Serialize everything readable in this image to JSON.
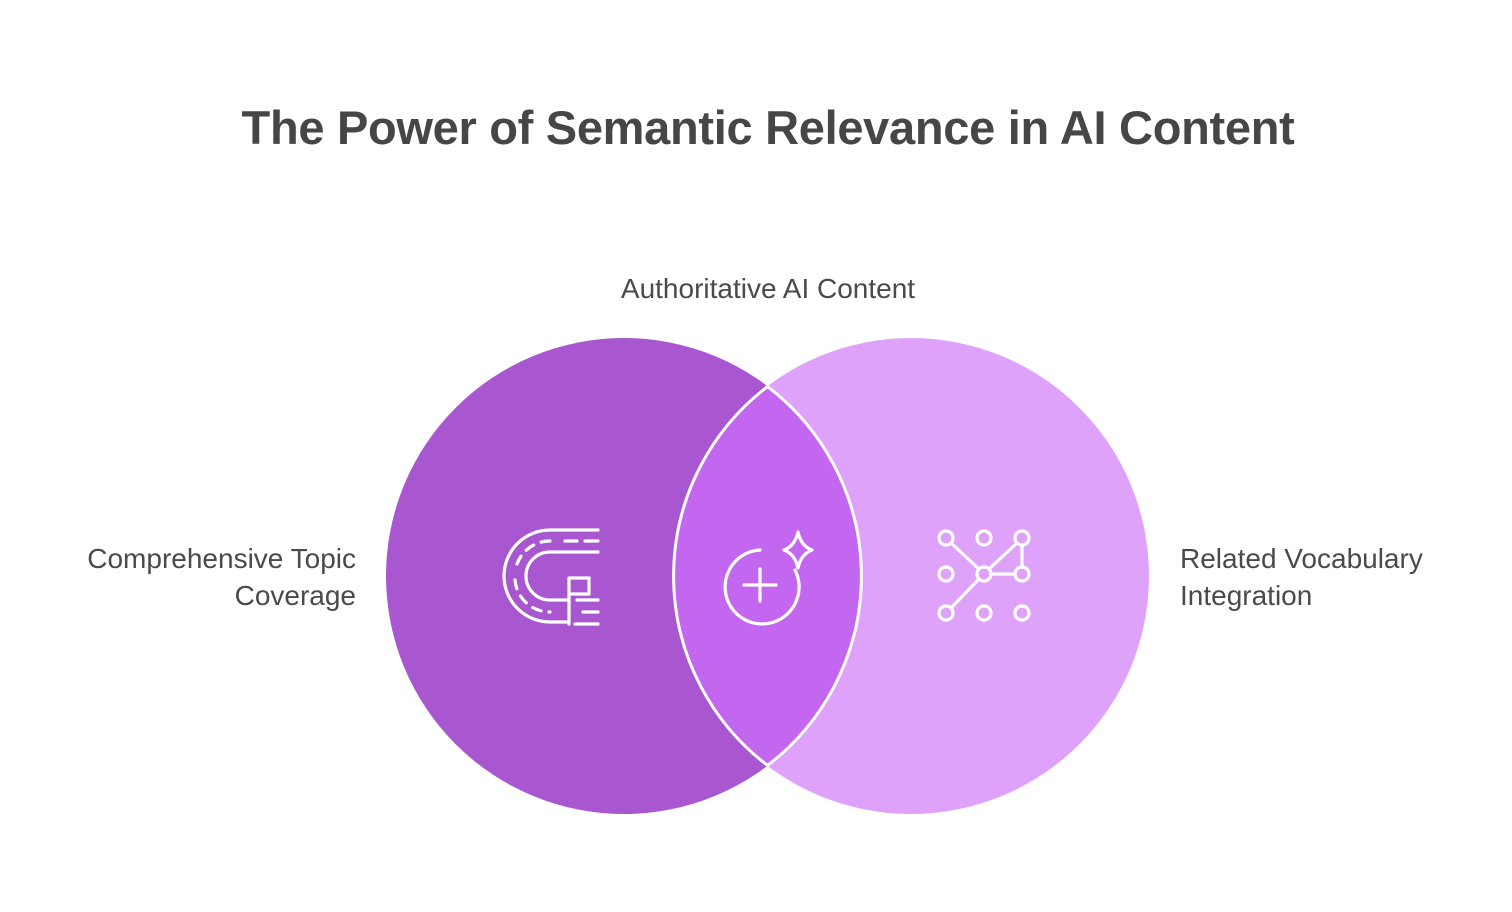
{
  "title": "The Power of Semantic Relevance in AI Content",
  "sets": [
    {
      "id": "left",
      "label_lines": [
        "Comprehensive Topic",
        "Coverage"
      ],
      "icon": "racetrack-parking-icon",
      "color": "#a857d1"
    },
    {
      "id": "right",
      "label_lines": [
        "Related Vocabulary",
        "Integration"
      ],
      "icon": "network-nodes-icon",
      "color": "#dfa2fb"
    }
  ],
  "intersection": {
    "label": "Authoritative AI Content",
    "icon": "circle-plus-sparkle-icon",
    "color": "#c366f0"
  },
  "colors": {
    "title": "#464646",
    "text": "#4a4a4a",
    "icon_stroke": "#ffffff",
    "divider": "#ffffff"
  }
}
